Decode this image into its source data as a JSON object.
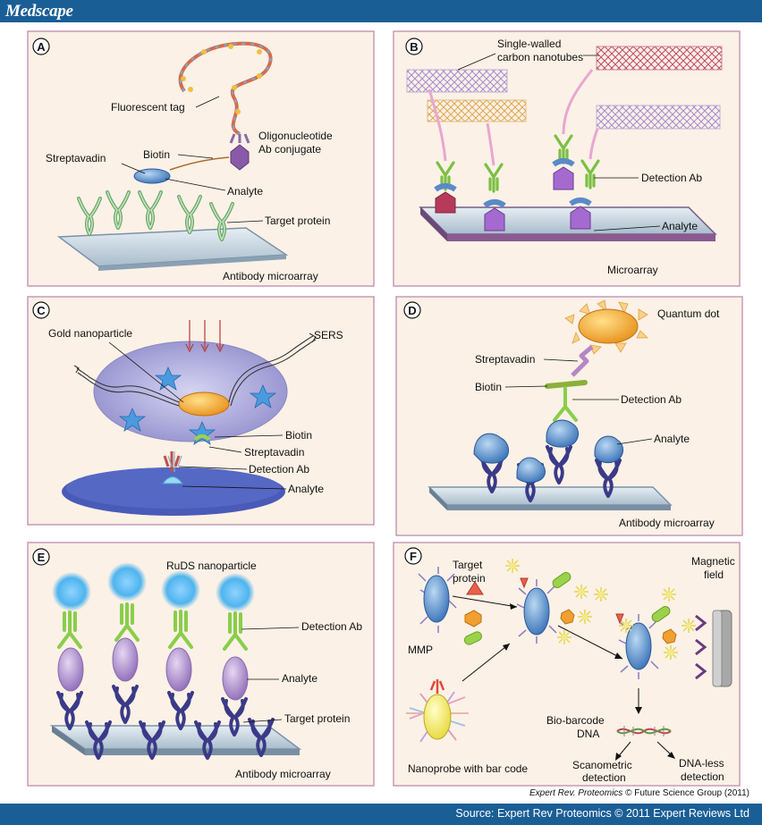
{
  "header": {
    "brand": "Medscape"
  },
  "footer": {
    "source": "Source: Expert Rev Proteomics © 2011 Expert Reviews Ltd"
  },
  "credit": {
    "journal": "Expert Rev. Proteomics",
    "rest": " © Future Science Group (2011)"
  },
  "colors": {
    "bar": "#1a5e96",
    "panel_bg": "#fbf1e6",
    "panel_border": "#c69ab8"
  },
  "panels": {
    "A": {
      "letter": "A",
      "labels": {
        "fluorescent_tag": "Fluorescent tag",
        "oligo1": "Oligonucleotide",
        "oligo2": "Ab conjugate",
        "biotin": "Biotin",
        "streptavadin": "Streptavadin",
        "analyte": "Analyte",
        "target_protein": "Target protein",
        "surface": "Antibody microarray"
      }
    },
    "B": {
      "letter": "B",
      "labels": {
        "swcnt1": "Single-walled",
        "swcnt2": "carbon nanotubes",
        "detection_ab": "Detection Ab",
        "analyte": "Analyte",
        "surface": "Microarray"
      }
    },
    "C": {
      "letter": "C",
      "labels": {
        "gold": "Gold nanoparticle",
        "sers": "SERS",
        "biotin": "Biotin",
        "streptavadin": "Streptavadin",
        "detection_ab": "Detection Ab",
        "analyte": "Analyte"
      }
    },
    "D": {
      "letter": "D",
      "labels": {
        "quantum_dot": "Quantum dot",
        "streptavadin": "Streptavadin",
        "biotin": "Biotin",
        "detection_ab": "Detection Ab",
        "analyte": "Analyte",
        "surface": "Antibody microarray"
      }
    },
    "E": {
      "letter": "E",
      "labels": {
        "ruds": "RuDS nanoparticle",
        "detection_ab": "Detection Ab",
        "analyte": "Analyte",
        "target_protein": "Target protein",
        "surface": "Antibody microarray"
      }
    },
    "F": {
      "letter": "F",
      "labels": {
        "target1": "Target",
        "target2": "protein",
        "magnetic1": "Magnetic",
        "magnetic2": "field",
        "mmp": "MMP",
        "biobarcode1": "Bio-barcode",
        "biobarcode2": "DNA",
        "nanoprobe": "Nanoprobe with bar code",
        "scano1": "Scanometric",
        "scano2": "detection",
        "dnaless1": "DNA-less",
        "dnaless2": "detection"
      }
    }
  }
}
